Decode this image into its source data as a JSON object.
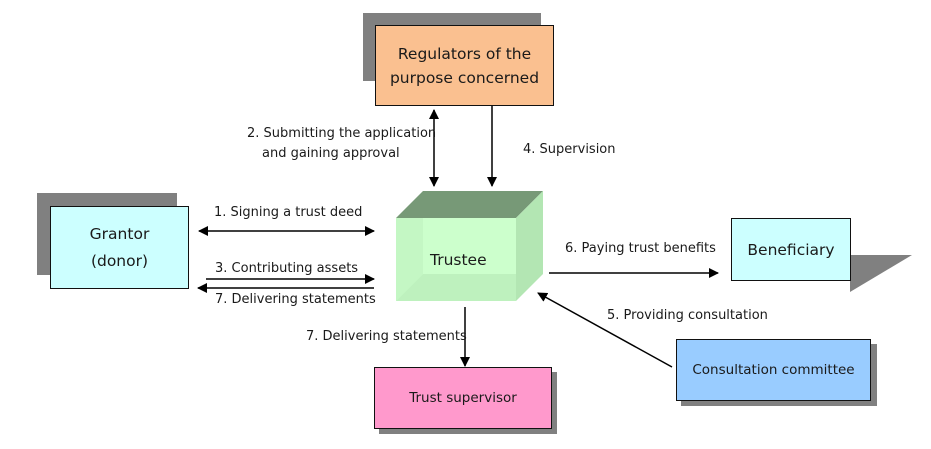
{
  "nodes": {
    "regulators": {
      "label_line1": "Regulators of the",
      "label_line2": "purpose concerned",
      "color": "#FAC090"
    },
    "grantor": {
      "label_line1": "Grantor",
      "label_line2": "(donor)",
      "color": "#CCFFFF"
    },
    "trustee": {
      "label": "Trustee",
      "front_color": "#CCFFCC",
      "top_color": "#779977",
      "side_color": "#B3E6B3"
    },
    "beneficiary": {
      "label": "Beneficiary",
      "color": "#CCFFFF"
    },
    "consultation": {
      "label": "Consultation committee",
      "color": "#99CCFF"
    },
    "supervisor": {
      "label": "Trust supervisor",
      "color": "#FF99CC"
    }
  },
  "edges": {
    "e1": {
      "label": "1. Signing a trust deed"
    },
    "e2": {
      "label_line1": "2. Submitting the application",
      "label_line2": "and gaining approval"
    },
    "e3": {
      "label": "3. Contributing assets"
    },
    "e4": {
      "label": "4. Supervision"
    },
    "e5": {
      "label": "5. Providing consultation"
    },
    "e6": {
      "label": "6. Paying trust benefits"
    },
    "e7a": {
      "label": "7. Delivering statements"
    },
    "e7b": {
      "label": "7. Delivering statements"
    }
  }
}
